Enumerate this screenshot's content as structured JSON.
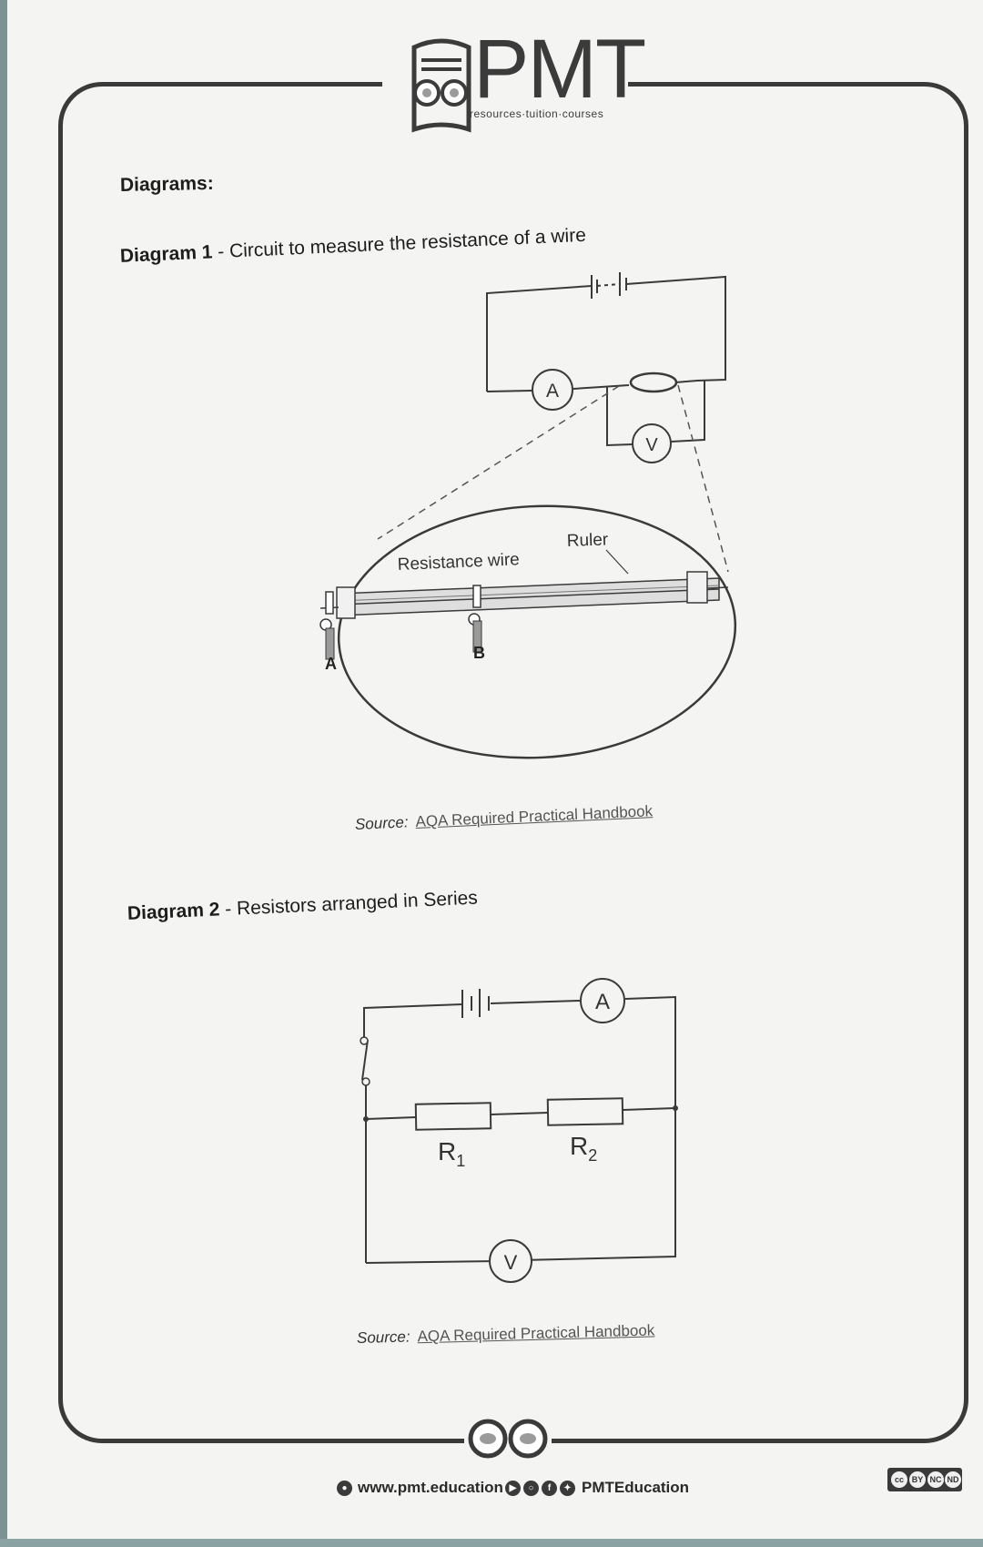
{
  "brand": {
    "logo_text": "PMT",
    "tagline": "resources·tuition·courses"
  },
  "headings": {
    "section": "Diagrams:",
    "diagram1_bold": "Diagram 1",
    "diagram1_rest": " - Circuit to measure the resistance of a wire",
    "diagram2_bold": "Diagram 2",
    "diagram2_rest": " - Resistors arranged in Series"
  },
  "diagram1": {
    "ammeter_label": "A",
    "voltmeter_label": "V",
    "ruler_label": "Ruler",
    "wire_label": "Resistance wire",
    "clip_a_label": "A",
    "clip_b_label": "B"
  },
  "diagram2": {
    "ammeter_label": "A",
    "voltmeter_label": "V",
    "r1_label": "R",
    "r1_sub": "1",
    "r2_label": "R",
    "r2_sub": "2"
  },
  "sources": [
    {
      "prefix": "Source:",
      "link_text": "AQA Required Practical Handbook"
    },
    {
      "prefix": "Source:",
      "link_text": "AQA Required Practical Handbook"
    }
  ],
  "footer": {
    "website": "www.pmt.education",
    "social_handle": "PMTEducation",
    "license_badges": [
      "cc",
      "BY",
      "NC",
      "ND"
    ]
  }
}
